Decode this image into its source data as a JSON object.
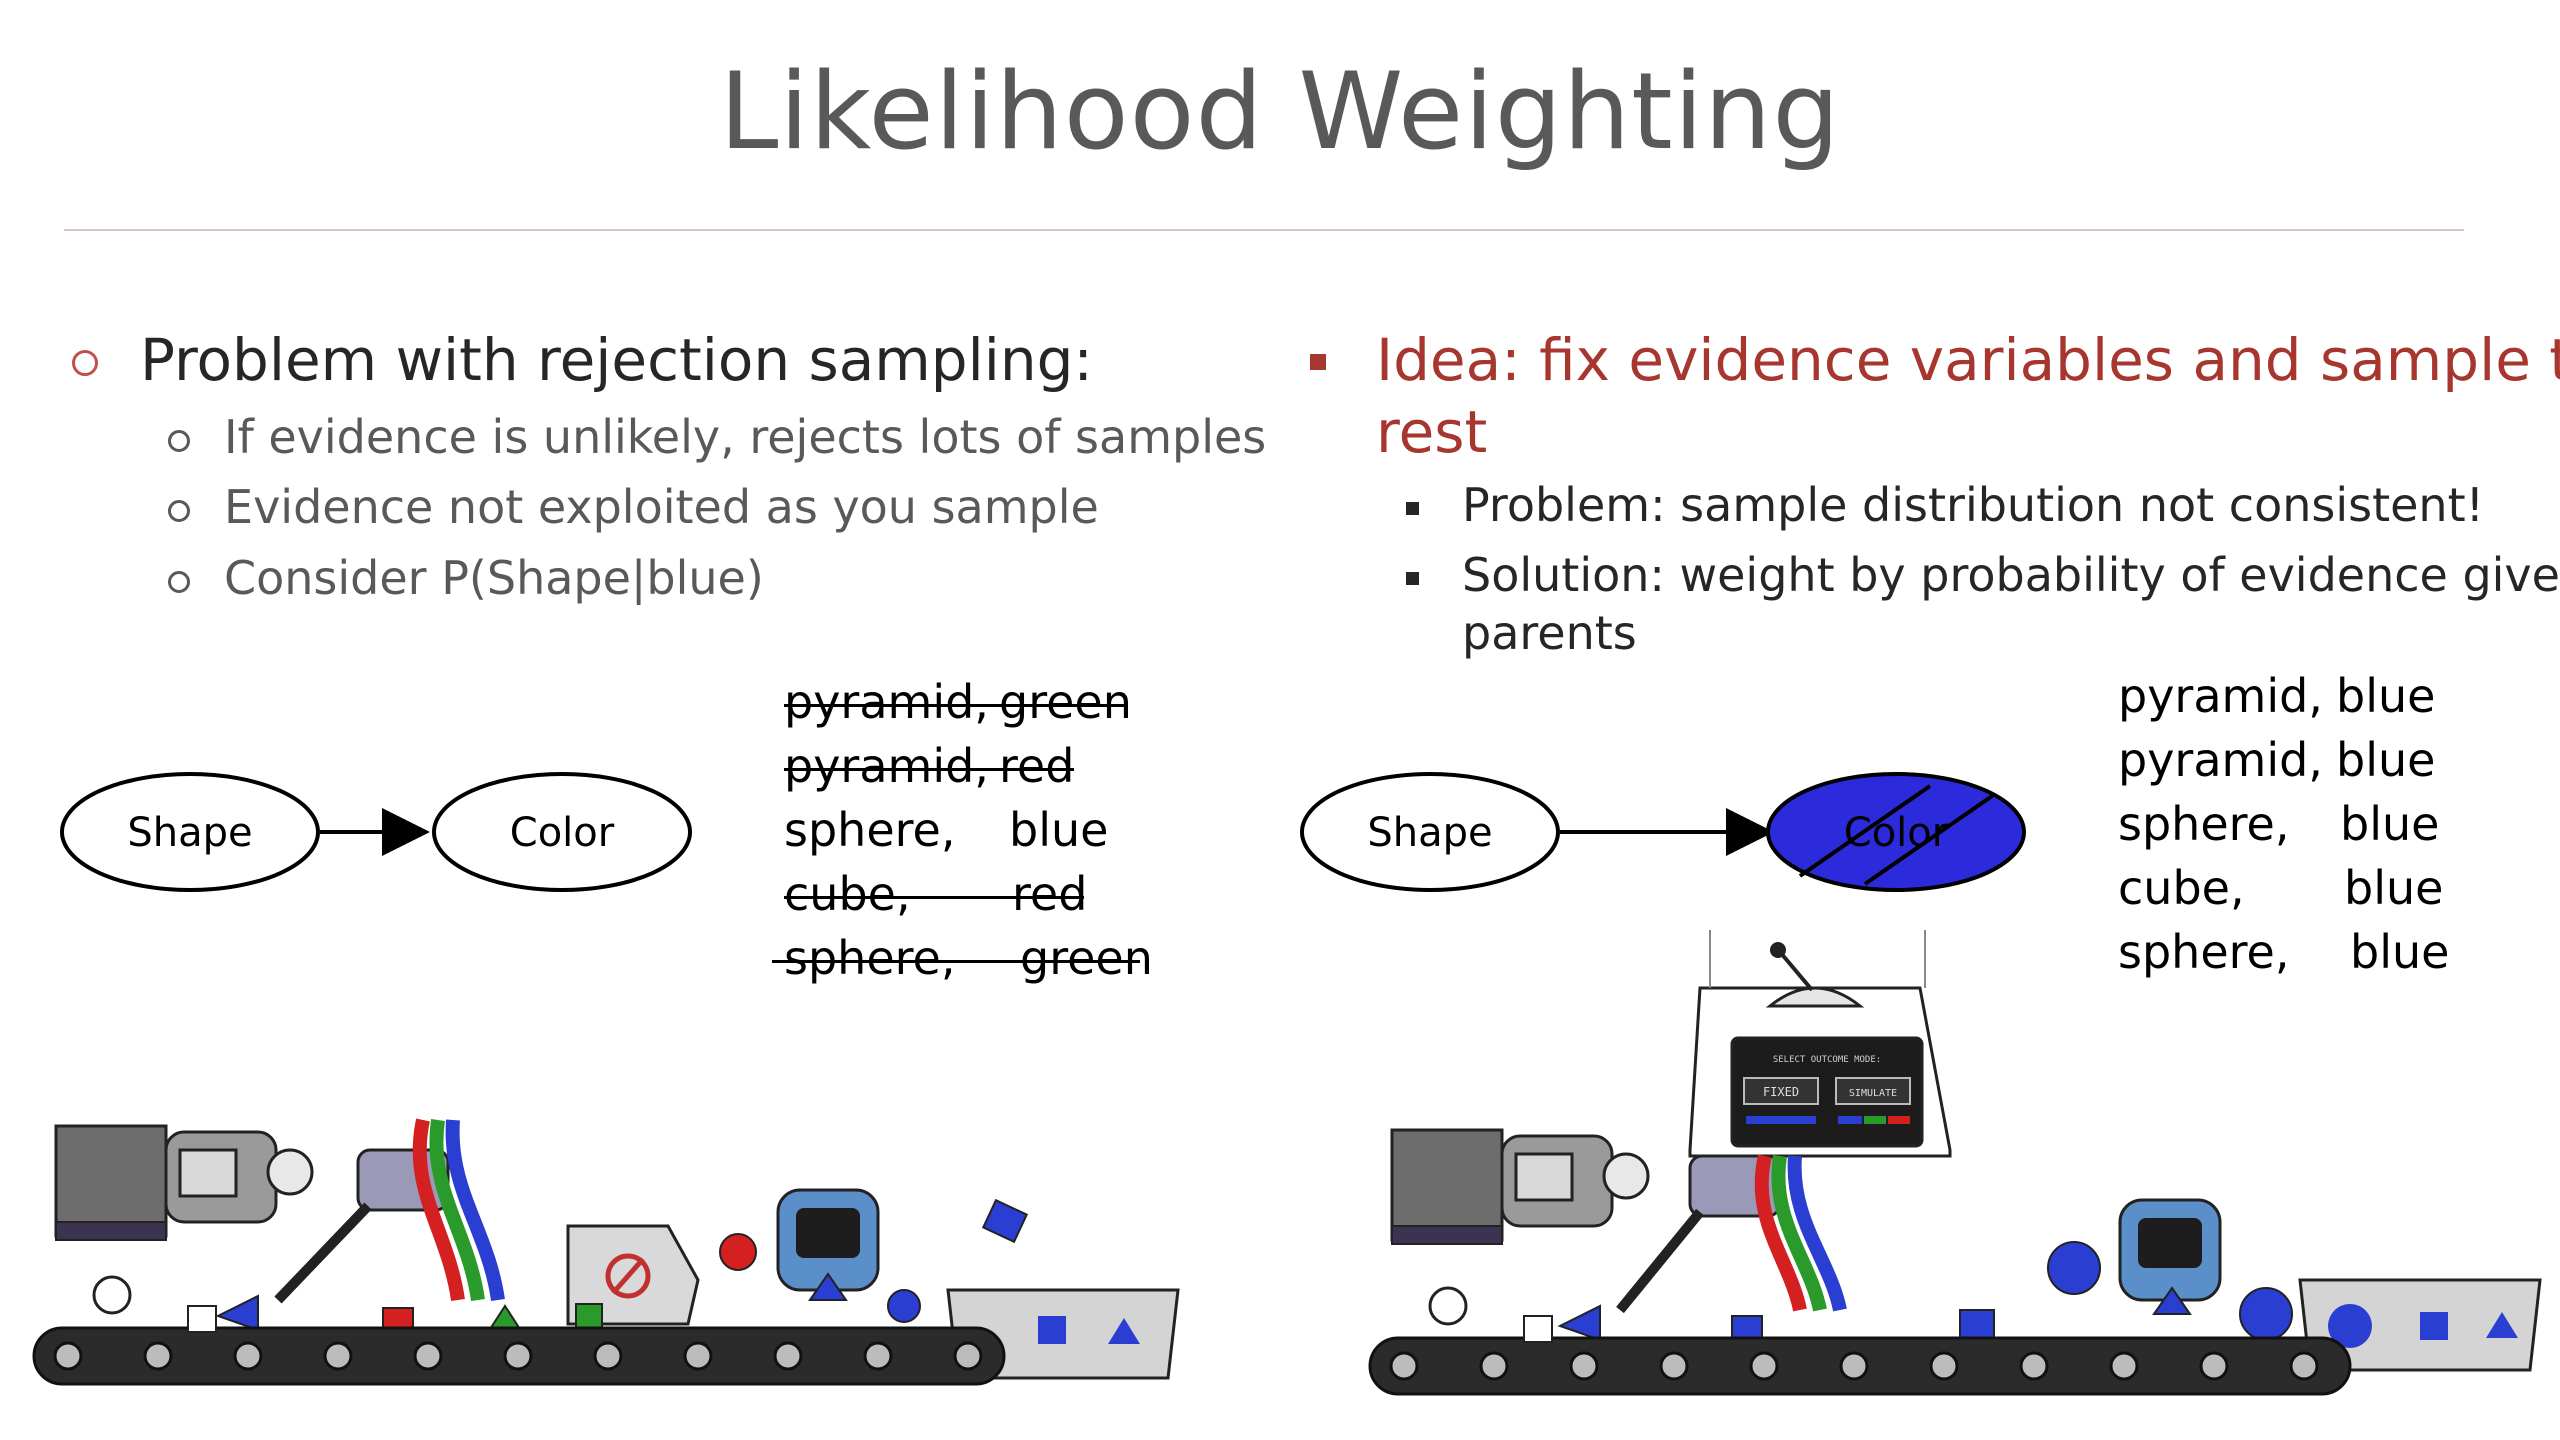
{
  "title": "Likelihood Weighting",
  "left": {
    "heading": "Problem with rejection sampling:",
    "points": [
      "If evidence is unlikely, rejects lots of samples",
      "Evidence not exploited as you sample",
      "Consider P(Shape|blue)"
    ],
    "diagram": {
      "node_a": "Shape",
      "node_b": "Color"
    },
    "samples": [
      {
        "shape": "pyramid,",
        "color": "green",
        "rejected": true
      },
      {
        "shape": "pyramid,",
        "color": "red",
        "rejected": true
      },
      {
        "shape": "sphere,",
        "color": "blue",
        "rejected": false
      },
      {
        "shape": "cube,",
        "color": "red",
        "rejected": true
      },
      {
        "shape": "sphere,",
        "color": "green",
        "rejected": true
      }
    ]
  },
  "right": {
    "heading_line1": "Idea: fix evidence variables and sample the",
    "heading_line2": "rest",
    "points": [
      {
        "line1": "Problem: sample distribution not consistent!",
        "line2": ""
      },
      {
        "line1": "Solution: weight by probability of evidence given",
        "line2": "parents"
      }
    ],
    "diagram": {
      "node_a": "Shape",
      "node_b": "Color",
      "evidence_fill": "#2b2bdb"
    },
    "samples": [
      {
        "shape": "pyramid,",
        "color": "blue"
      },
      {
        "shape": "pyramid,",
        "color": "blue"
      },
      {
        "shape": "sphere,",
        "color": "blue"
      },
      {
        "shape": "cube,",
        "color": "blue"
      },
      {
        "shape": "sphere,",
        "color": "blue"
      }
    ],
    "screen_text": {
      "header": "SELECT OUTCOME MODE:",
      "button_a": "FIXED",
      "button_b": "SIMULATE"
    }
  },
  "colors": {
    "accent_red": "#a6362e",
    "title_gray": "#595959",
    "evidence_blue": "#2b2bdb"
  }
}
